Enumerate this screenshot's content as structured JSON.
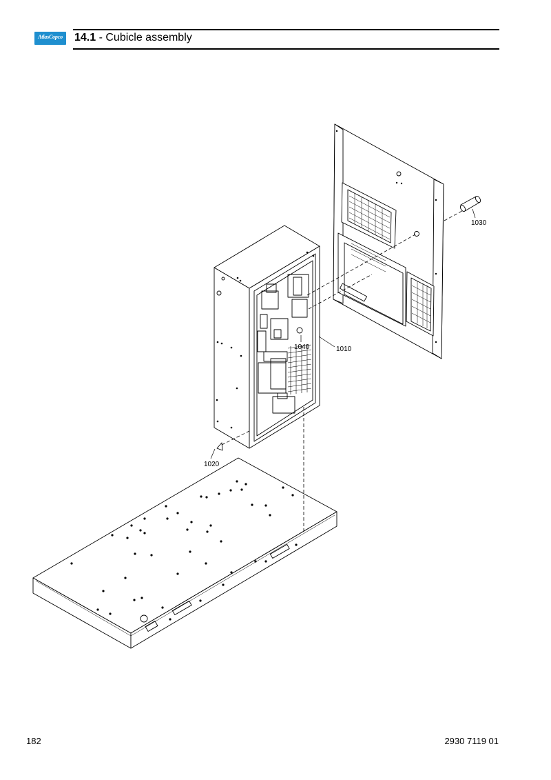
{
  "header": {
    "logo_text": "AtlasCopco",
    "brand_color": "#1f8fcf",
    "section_number": "14.1",
    "section_separator": " - ",
    "section_title": "Cubicle assembly"
  },
  "drawing": {
    "callouts": [
      "1010",
      "1020",
      "1030",
      "1040"
    ]
  },
  "footer": {
    "page_number": "182",
    "document_number": "2930 7119 01"
  }
}
